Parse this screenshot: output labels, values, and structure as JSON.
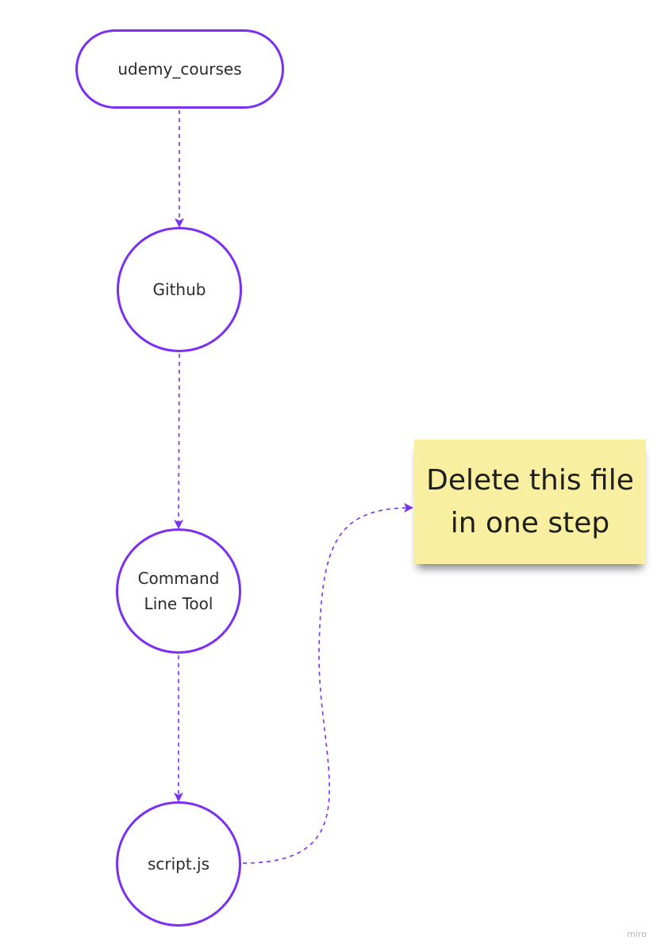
{
  "diagram": {
    "nodes": {
      "udemy_courses": "udemy_courses",
      "github": "Github",
      "command_line_tool_line1": "Command",
      "command_line_tool_line2": "Line Tool",
      "script": "script.js"
    },
    "sticky_note": {
      "line1": "Delete this file",
      "line2": "in one step"
    },
    "edges": [
      {
        "from": "udemy_courses",
        "to": "Github",
        "style": "dashed-arrow"
      },
      {
        "from": "Github",
        "to": "Command Line Tool",
        "style": "dashed-arrow"
      },
      {
        "from": "Command Line Tool",
        "to": "script.js",
        "style": "dashed-arrow"
      },
      {
        "from": "script.js",
        "to": "Delete this file in one step",
        "style": "dashed-arrow"
      }
    ],
    "colors": {
      "accent": "#7b2ff0",
      "sticky": "#f8f0a0",
      "text": "#2b2b2b"
    }
  },
  "watermark": "miro"
}
